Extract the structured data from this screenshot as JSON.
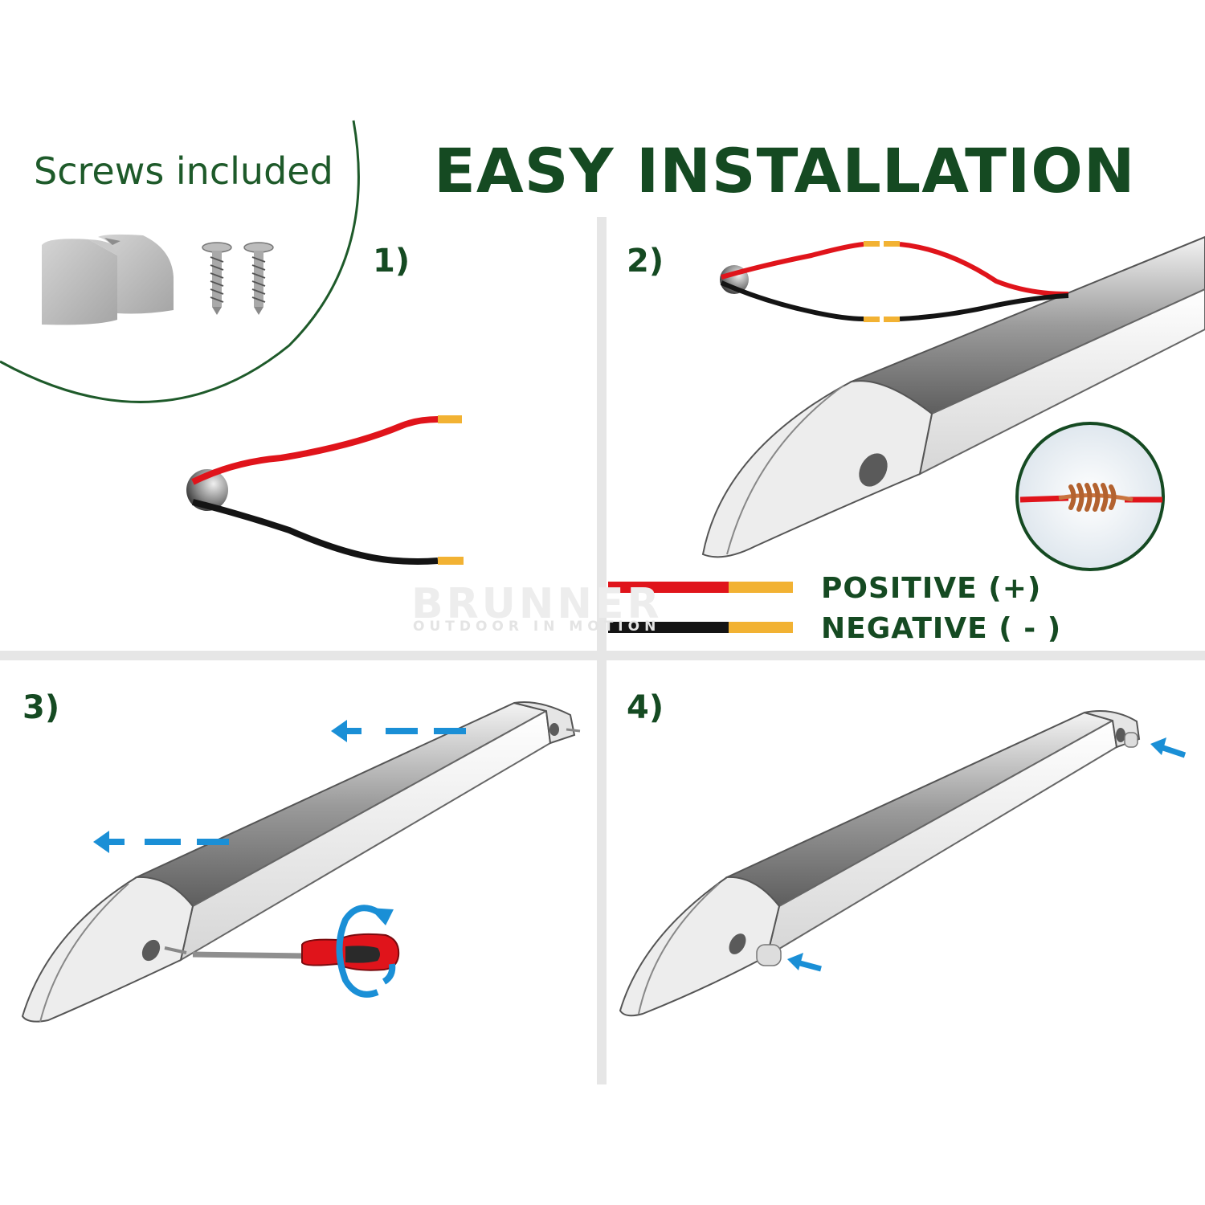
{
  "title": "EASY INSTALLATION",
  "screws_caption": "Screws included",
  "steps": [
    {
      "label": "1)"
    },
    {
      "label": "2)"
    },
    {
      "label": "3)"
    },
    {
      "label": "4)"
    }
  ],
  "legend": {
    "positive": "POSITIVE (+)",
    "negative": "NEGATIVE ( - )"
  },
  "watermark": {
    "brand": "BRUNNER",
    "tagline": "OUTDOOR IN MOTION"
  },
  "colors": {
    "title_green": "#154a22",
    "wire_red": "#e0141b",
    "wire_black": "#141414",
    "wire_tip": "#f2b233",
    "arrow_blue": "#1a8fd6",
    "divider": "#e6e6e6"
  },
  "icons": [
    "end-cap-icon",
    "screw-icon",
    "screwdriver-icon",
    "rotation-arrow-icon",
    "twisted-wire-icon",
    "arrow-icon"
  ]
}
